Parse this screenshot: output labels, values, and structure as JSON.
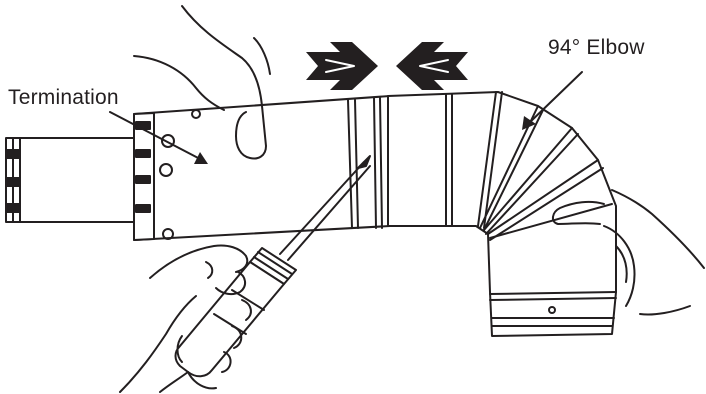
{
  "labels": {
    "termination": "Termination",
    "elbow": "94° Elbow"
  },
  "colors": {
    "line": "#231f20",
    "background": "#ffffff"
  },
  "icons": {
    "push_arrows": "double-chevron-arrows-pointing-inward",
    "screwdriver": "flathead-screwdriver",
    "hands": "hand-illustrations"
  }
}
